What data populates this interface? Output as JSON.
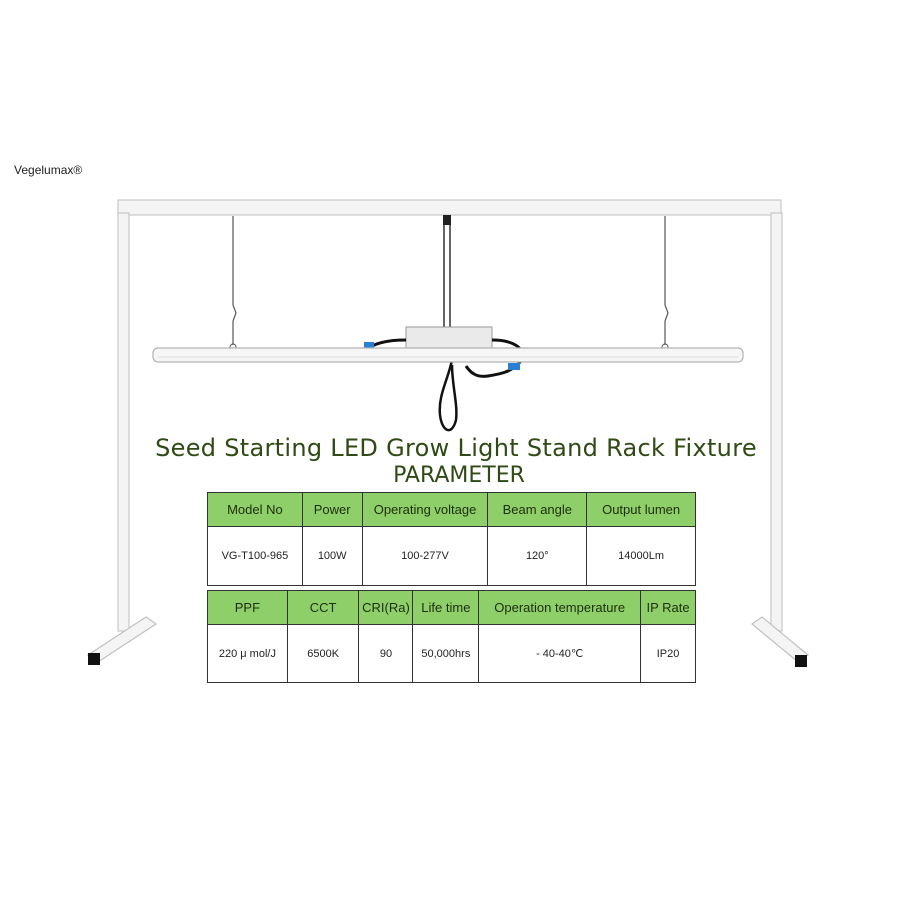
{
  "brand": "Vegelumax®",
  "title": "Seed Starting LED Grow Light Stand Rack Fixture",
  "subtitle": "PARAMETER",
  "table1": {
    "headers": [
      "Model No",
      "Power",
      "Operating voltage",
      "Beam angle",
      "Output lumen"
    ],
    "values": [
      "VG-T100-965",
      "100W",
      "100-277V",
      "120°",
      "14000Lm"
    ]
  },
  "table2": {
    "headers": [
      "PPF",
      "CCT",
      "CRI(Ra)",
      "Life time",
      "Operation temperature",
      "IP Rate"
    ],
    "values": [
      "220 μ mol/J",
      "6500K",
      "90",
      "50,000hrs",
      "- 40-40℃",
      "IP20"
    ]
  },
  "colors": {
    "header_bg": "#8fcf6a",
    "title_text": "#2f4a14",
    "frame": "#f2f2f2"
  }
}
